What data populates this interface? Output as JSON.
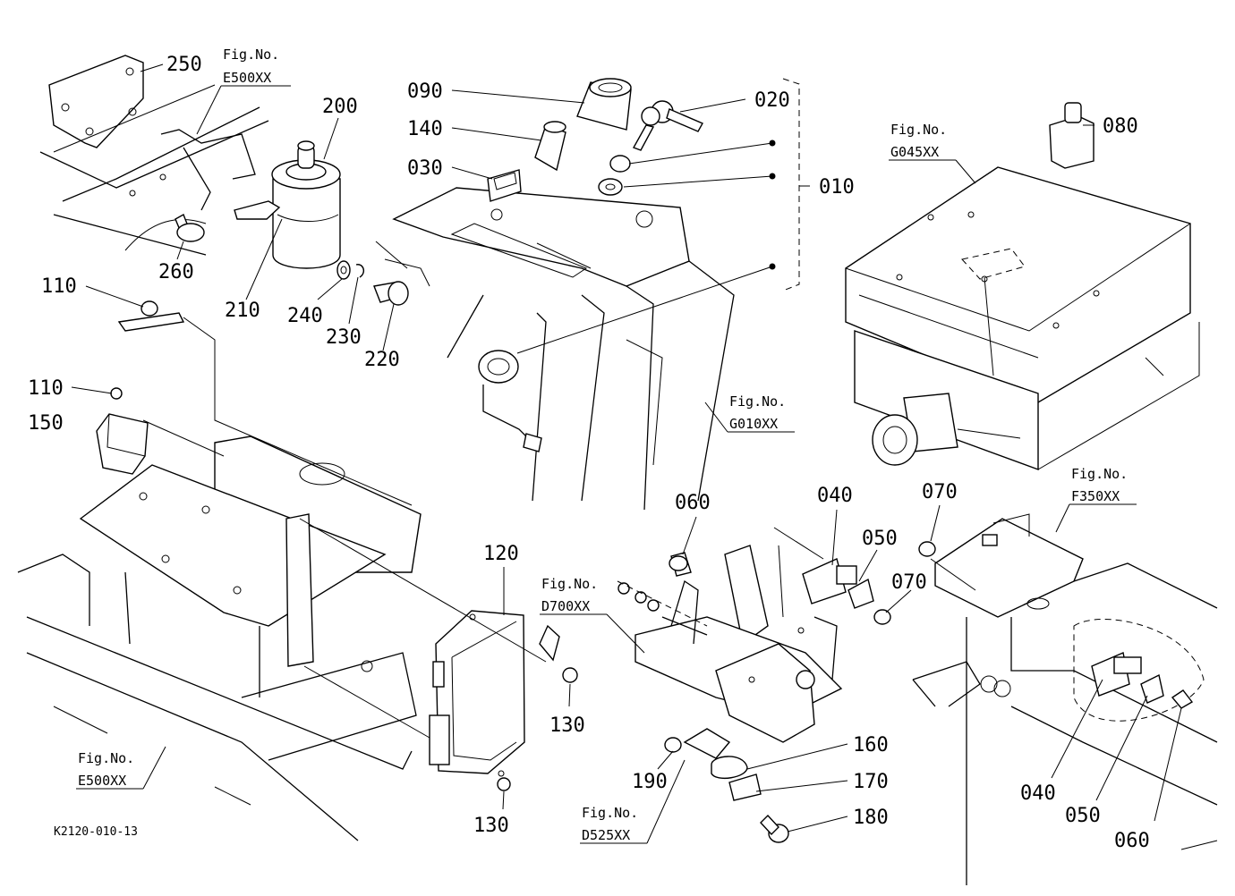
{
  "diagram": {
    "code": "K2120-010-13",
    "callouts": [
      {
        "id": "c250",
        "text": "250"
      },
      {
        "id": "c200",
        "text": "200"
      },
      {
        "id": "c260",
        "text": "260"
      },
      {
        "id": "c210",
        "text": "210"
      },
      {
        "id": "c240",
        "text": "240"
      },
      {
        "id": "c230",
        "text": "230"
      },
      {
        "id": "c220",
        "text": "220"
      },
      {
        "id": "c110a",
        "text": "110"
      },
      {
        "id": "c110b",
        "text": "110"
      },
      {
        "id": "c150",
        "text": "150"
      },
      {
        "id": "c090",
        "text": "090"
      },
      {
        "id": "c140",
        "text": "140"
      },
      {
        "id": "c030",
        "text": "030"
      },
      {
        "id": "c020",
        "text": "020"
      },
      {
        "id": "c010",
        "text": "010"
      },
      {
        "id": "c080",
        "text": "080"
      },
      {
        "id": "c120",
        "text": "120"
      },
      {
        "id": "c130a",
        "text": "130"
      },
      {
        "id": "c130b",
        "text": "130"
      },
      {
        "id": "c060a",
        "text": "060"
      },
      {
        "id": "c040a",
        "text": "040"
      },
      {
        "id": "c050a",
        "text": "050"
      },
      {
        "id": "c070a",
        "text": "070"
      },
      {
        "id": "c070b",
        "text": "070"
      },
      {
        "id": "c160",
        "text": "160"
      },
      {
        "id": "c170",
        "text": "170"
      },
      {
        "id": "c180",
        "text": "180"
      },
      {
        "id": "c190",
        "text": "190"
      },
      {
        "id": "c040b",
        "text": "040"
      },
      {
        "id": "c050b",
        "text": "050"
      },
      {
        "id": "c060b",
        "text": "060"
      }
    ],
    "figure_refs": [
      {
        "id": "f1",
        "label": "Fig.No.",
        "number": "E500XX"
      },
      {
        "id": "f2",
        "label": "Fig.No.",
        "number": "G045XX"
      },
      {
        "id": "f3",
        "label": "Fig.No.",
        "number": "G010XX"
      },
      {
        "id": "f4",
        "label": "Fig.No.",
        "number": "F350XX"
      },
      {
        "id": "f5",
        "label": "Fig.No.",
        "number": "D700XX"
      },
      {
        "id": "f6",
        "label": "Fig.No.",
        "number": "E500XX"
      },
      {
        "id": "f7",
        "label": "Fig.No.",
        "number": "D525XX"
      }
    ]
  }
}
